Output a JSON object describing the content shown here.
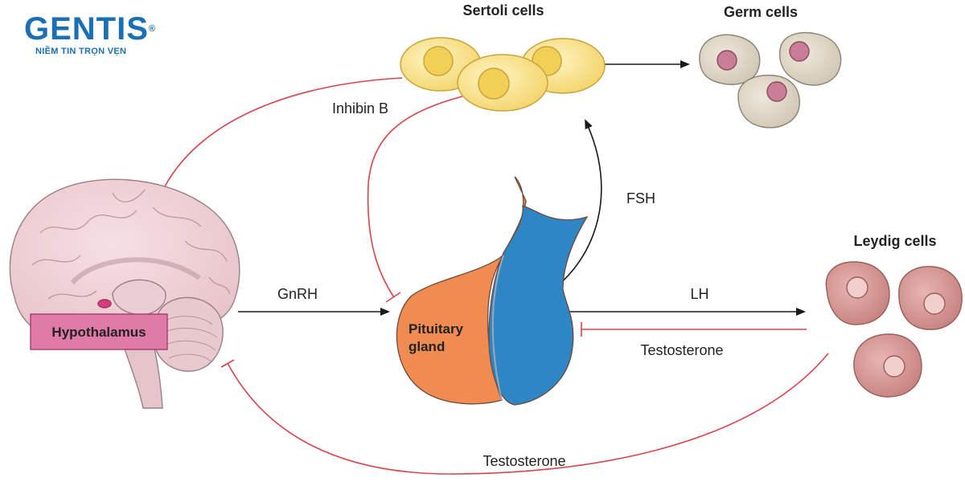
{
  "logo": {
    "name": "GENTIS",
    "registered": "®",
    "tagline": "NIỀM TIN TRỌN VẸN",
    "color": "#1b6fb5"
  },
  "labels": {
    "sertoli": "Sertoli cells",
    "germ": "Germ cells",
    "inhibin": "Inhibin B",
    "fsh": "FSH",
    "leydig": "Leydig cells",
    "gnrh": "GnRH",
    "lh": "LH",
    "hypothalamus": "Hypothalamus",
    "pituitary_line1": "Pituitary",
    "pituitary_line2": "gland",
    "testosterone_right": "Testosterone",
    "testosterone_bottom": "Testosterone"
  },
  "colors": {
    "stimulatory": "#1a1a1a",
    "inhibitory": "#d9434e",
    "hypothalamus_box": "#e07aa6",
    "pituitary_anterior": "#f08b52",
    "pituitary_posterior": "#2f86c4",
    "sertoli": "#f6dc7c",
    "germ": "#d8cfbf",
    "leydig": "#cf8f8c"
  }
}
